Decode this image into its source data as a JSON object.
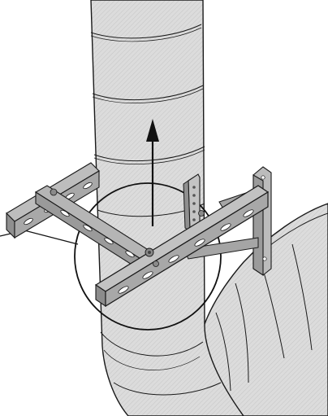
{
  "figure": {
    "colors": {
      "background": "#ffffff",
      "duct_fill": "#d9d9d9",
      "duct_stroke": "#1a1a1a",
      "bracket_fill": "#a8a8a8",
      "bracket_dark": "#7a7a7a",
      "slot_fill": "#ffffff",
      "highlight_stroke": "#111111",
      "arrow": "#111111"
    },
    "parts": {
      "vertical_duct": "spiral-duct-vertical",
      "elbow_duct": "spiral-duct-elbow",
      "left_rail": "slotted-strut-rail",
      "front_rail": "slotted-strut-rail",
      "wall_bracket": "wall-bracket",
      "angle_plate": "perforated-angle-plate",
      "detail_circle": "detail-highlight-circle",
      "upward_arrow": "direction-arrow-up",
      "leader_line": "leader-line"
    }
  }
}
